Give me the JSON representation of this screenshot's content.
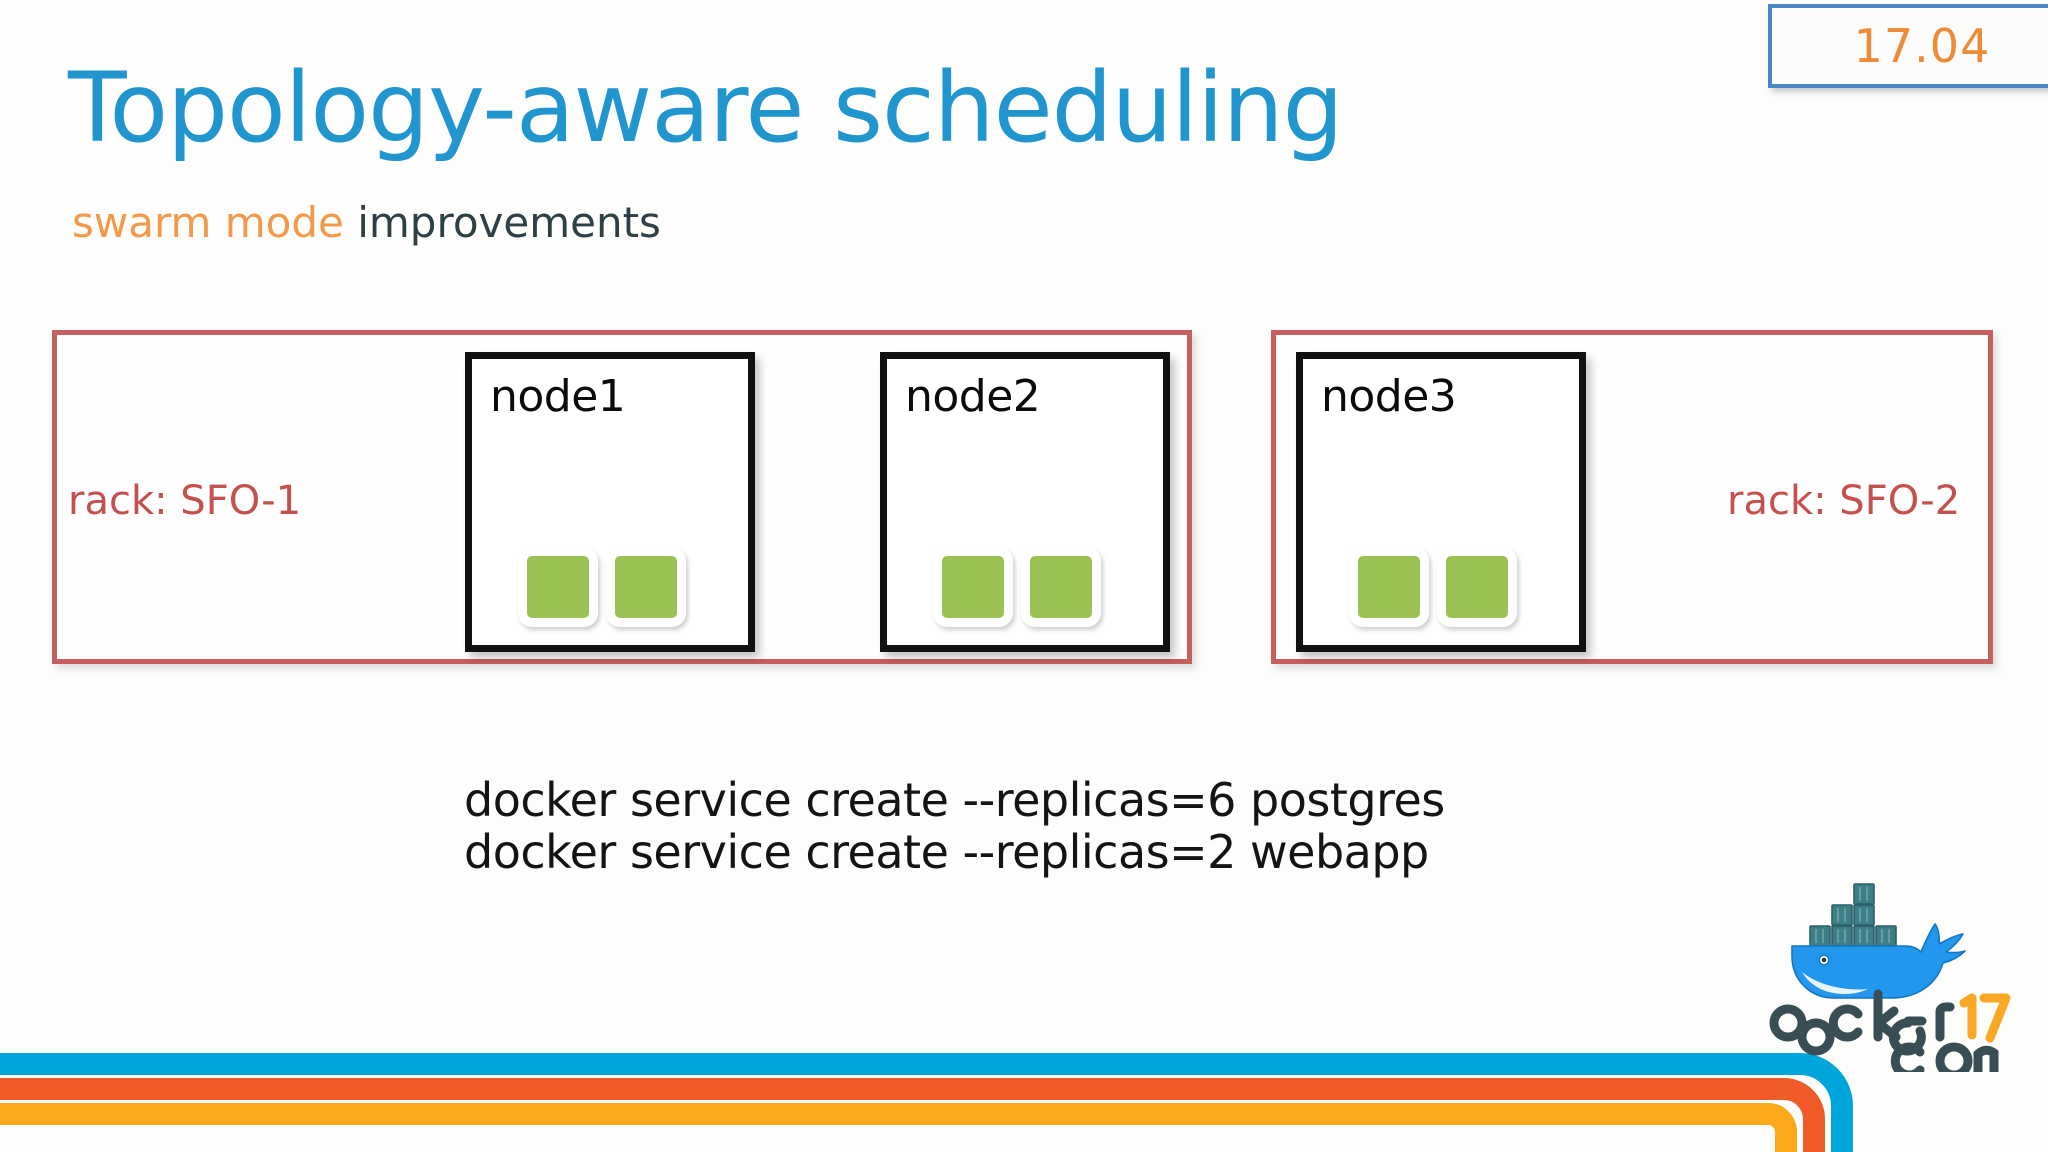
{
  "slide": {
    "title": "Topology-aware scheduling",
    "subtitle_accent": "swarm mode",
    "subtitle_plain": " improvements",
    "version_badge": "17.04"
  },
  "colors": {
    "title_blue": "#2196CE",
    "accent_orange": "#F2994A",
    "subtitle_dark": "#2F4045",
    "rack_red": "#C65F5F",
    "rack_label_red": "#C4504F",
    "container_green": "#9CC255",
    "node_border": "#111111",
    "badge_border_blue": "#4A86C8",
    "badge_text_orange": "#EE8B38",
    "stripe_cyan": "#00A5DC",
    "stripe_orange": "#F05A28",
    "stripe_amber": "#FBA919",
    "logo_dark": "#394D54",
    "logo_blue": "#2396ED",
    "logo_orange": "#F9A825"
  },
  "diagram": {
    "racks": [
      {
        "label": "rack: SFO-1",
        "label_side": "left",
        "nodes": [
          {
            "name": "node1",
            "containers": 2
          },
          {
            "name": "node2",
            "containers": 2
          }
        ]
      },
      {
        "label": "rack: SFO-2",
        "label_side": "right",
        "nodes": [
          {
            "name": "node3",
            "containers": 2
          }
        ]
      }
    ]
  },
  "commands": [
    "docker service create --replicas=6 postgres",
    "docker service create --replicas=2 webapp"
  ],
  "logo": {
    "word_docker": "docker",
    "word_17": "17",
    "word_con": "con"
  }
}
